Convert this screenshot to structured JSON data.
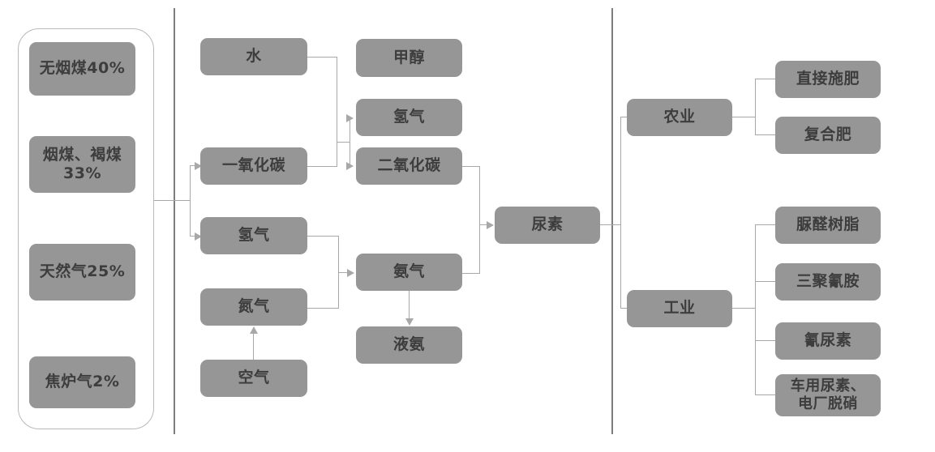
{
  "diagram": {
    "title": "",
    "colors": {
      "node_fill": "#969696",
      "node_text": "#3d3d3d",
      "connector": "#a8a8a8",
      "divider": "#7d7d7d",
      "group_border": "#b9b9b9",
      "background": "#ffffff"
    },
    "columns": {
      "feedstock": {
        "name": "feedstock-group",
        "nodes": [
          {
            "id": "anthracite",
            "label": "无烟煤40%"
          },
          {
            "id": "bituminous-lignite",
            "label": "烟煤、褐煤\n33%"
          },
          {
            "id": "natural-gas",
            "label": "天然气25%"
          },
          {
            "id": "coke-oven-gas",
            "label": "焦炉气2%"
          }
        ]
      },
      "process": {
        "name": "process-column",
        "nodes": [
          {
            "id": "water",
            "label": "水"
          },
          {
            "id": "carbon-monoxide",
            "label": "一氧化碳"
          },
          {
            "id": "hydrogen-left",
            "label": "氢气"
          },
          {
            "id": "nitrogen",
            "label": "氮气"
          },
          {
            "id": "air",
            "label": "空气"
          },
          {
            "id": "methanol",
            "label": "甲醇"
          },
          {
            "id": "hydrogen-right",
            "label": "氢气"
          },
          {
            "id": "carbon-dioxide",
            "label": "二氧化碳"
          },
          {
            "id": "ammonia",
            "label": "氨气"
          },
          {
            "id": "liquid-ammonia",
            "label": "液氨"
          }
        ]
      },
      "product": {
        "name": "product-column",
        "nodes": [
          {
            "id": "urea",
            "label": "尿素"
          }
        ]
      },
      "application": {
        "name": "application-column",
        "nodes": [
          {
            "id": "agriculture",
            "label": "农业"
          },
          {
            "id": "industry",
            "label": "工业"
          }
        ]
      },
      "enduse": {
        "name": "enduse-column",
        "nodes": [
          {
            "id": "direct-fertilizing",
            "label": "直接施肥"
          },
          {
            "id": "compound-fertilizer",
            "label": "复合肥"
          },
          {
            "id": "urea-formaldehyde-resin",
            "label": "脲醛树脂"
          },
          {
            "id": "melamine",
            "label": "三聚氰胺"
          },
          {
            "id": "cyanuric-urea",
            "label": "氰尿素"
          },
          {
            "id": "vehicle-urea-denitration",
            "label": "车用尿素、\n电厂脱硝"
          }
        ]
      }
    },
    "edges": [
      {
        "from": "feedstock-group",
        "to": "carbon-monoxide",
        "arrow": "right"
      },
      {
        "from": "feedstock-group",
        "to": "hydrogen-left",
        "arrow": "right"
      },
      {
        "from": "water+carbon-monoxide",
        "to": "hydrogen-right",
        "arrow": "right"
      },
      {
        "from": "water+carbon-monoxide",
        "to": "carbon-dioxide",
        "arrow": "right"
      },
      {
        "from": "hydrogen-left+nitrogen",
        "to": "ammonia",
        "arrow": "right"
      },
      {
        "from": "air",
        "to": "nitrogen",
        "arrow": "up"
      },
      {
        "from": "ammonia",
        "to": "liquid-ammonia",
        "arrow": "down"
      },
      {
        "from": "carbon-dioxide+ammonia",
        "to": "urea",
        "arrow": "right"
      },
      {
        "from": "urea",
        "to": "agriculture",
        "arrow": "none"
      },
      {
        "from": "urea",
        "to": "industry",
        "arrow": "none"
      },
      {
        "from": "agriculture",
        "to": "direct-fertilizing",
        "arrow": "none"
      },
      {
        "from": "agriculture",
        "to": "compound-fertilizer",
        "arrow": "none"
      },
      {
        "from": "industry",
        "to": "urea-formaldehyde-resin",
        "arrow": "none"
      },
      {
        "from": "industry",
        "to": "melamine",
        "arrow": "none"
      },
      {
        "from": "industry",
        "to": "cyanuric-urea",
        "arrow": "none"
      },
      {
        "from": "industry",
        "to": "vehicle-urea-denitration",
        "arrow": "none"
      }
    ]
  }
}
